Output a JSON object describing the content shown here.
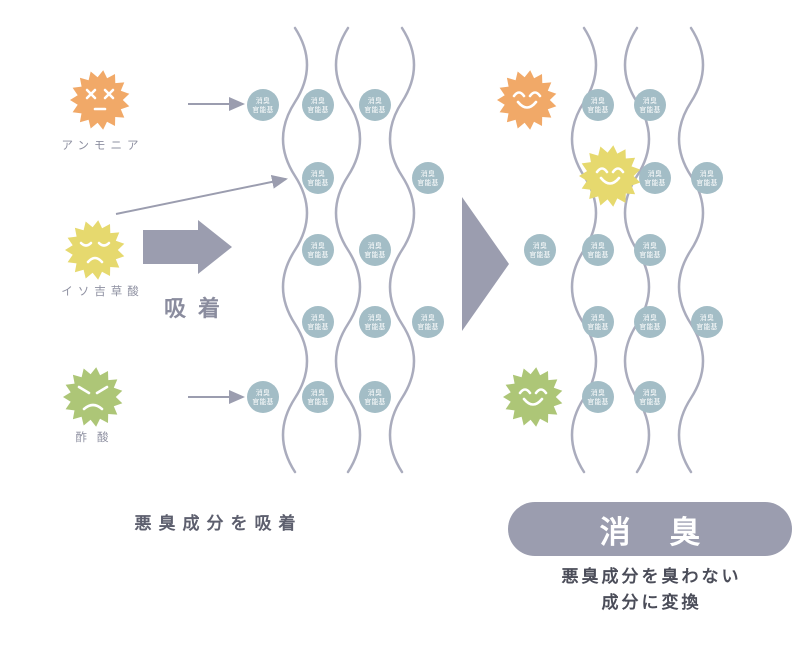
{
  "characters": {
    "ammonia": {
      "label": "アンモニア",
      "color": "#f1a968"
    },
    "isovaleric": {
      "label": "イソ吉草酸",
      "color": "#e6d96e"
    },
    "acetic": {
      "label": "酢酸",
      "color": "#adc677"
    }
  },
  "functional_group": {
    "line1": "消臭",
    "line2": "官能基",
    "color": "#a3bdc6"
  },
  "process": {
    "adsorption_label": "吸着"
  },
  "result_badge": {
    "label": "消臭",
    "color": "#9b9daf"
  },
  "captions": {
    "left": "悪臭成分を吸着",
    "right_line1": "悪臭成分を臭わない",
    "right_line2": "成分に変換"
  },
  "palette": {
    "arrow_gray": "#9b9daf",
    "fiber_gray": "#aaacbd",
    "label_gray": "#8e90a1",
    "caption_dark": "#5d5f6e"
  }
}
